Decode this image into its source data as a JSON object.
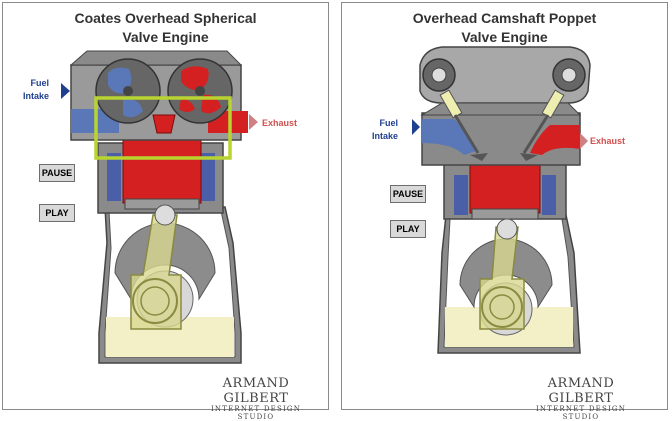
{
  "left": {
    "title": "Coates Overhead Spherical\nValve Engine",
    "fuel_label": "Fuel\nIntake",
    "exhaust_label": "Exhaust",
    "pause_label": "PAUSE",
    "play_label": "PLAY",
    "brand_name": "ARMAND GILBERT",
    "brand_sub": "INTERNET DESIGN STUDIO"
  },
  "right": {
    "title": "Overhead Camshaft Poppet\nValve Engine",
    "fuel_label": "Fuel\nIntake",
    "exhaust_label": "Exhaust",
    "pause_label": "PAUSE",
    "play_label": "PLAY",
    "brand_name": "ARMAND GILBERT",
    "brand_sub": "INTERNET DESIGN STUDIO"
  },
  "colors": {
    "intake_blue": "#5a78b8",
    "exhaust_red": "#d42020",
    "block_gray": "#8a8a8a",
    "highlight_green": "#b8d430",
    "oil_yellow": "#f3f0c8",
    "rod_yellow": "#d8d890"
  }
}
